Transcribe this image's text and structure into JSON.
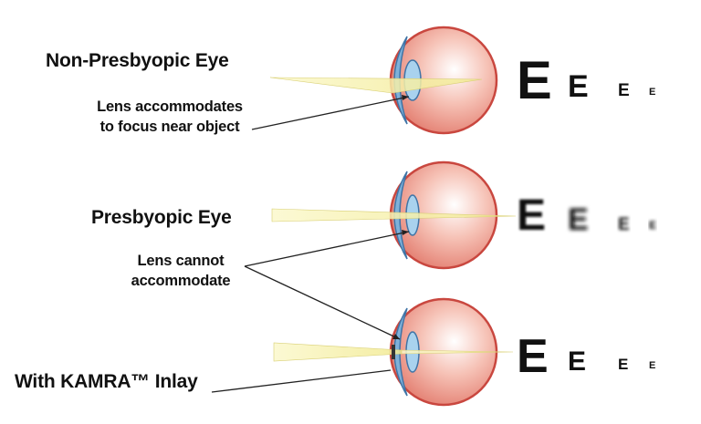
{
  "rows": [
    {
      "title": "Non-Presbyopic Eye",
      "note_lines": [
        "Lens accommodates",
        "to focus near object"
      ],
      "letters": [
        "E",
        "E",
        "E",
        "E"
      ]
    },
    {
      "title": "Presbyopic Eye",
      "note_lines": [
        "Lens cannot",
        "accommodate"
      ],
      "letters": [
        "E",
        "E",
        "E",
        "E"
      ]
    },
    {
      "title": "With KAMRA™ Inlay",
      "letters": [
        "E",
        "E",
        "E",
        "E"
      ]
    }
  ],
  "colors": {
    "eyeball": "#e8867a",
    "eyeball_edge": "#c9473f",
    "cornea": "#7fb1d9",
    "light_beam": "#f4f0a0",
    "text": "#111111"
  }
}
